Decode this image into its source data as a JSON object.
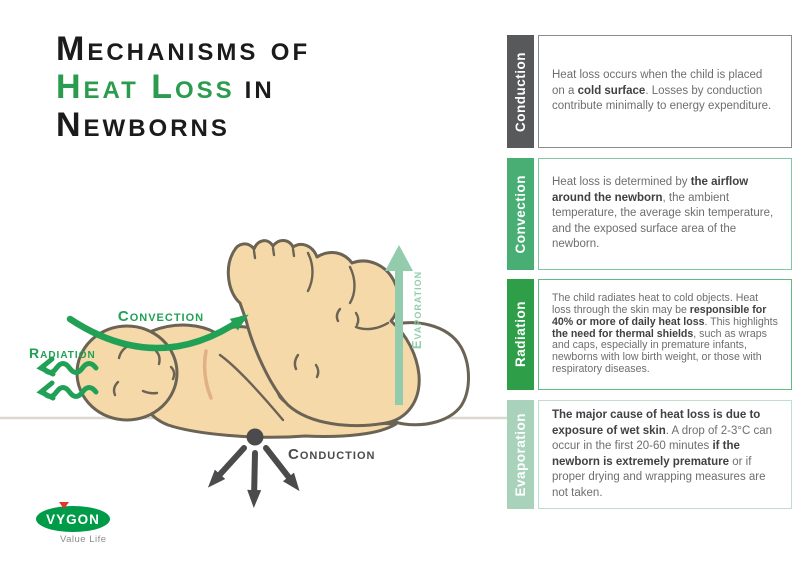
{
  "title": {
    "line1": "Mechanisms of",
    "line2_green": "Heat Loss",
    "line2_rest": "in",
    "line3": "Newborns"
  },
  "colors": {
    "title_green": "#2b9c4f",
    "illustration_green": "#21a155",
    "evaporation_light_green": "#92ccad",
    "conduction_dark_gray": "#4b4b4d",
    "skin": "#f5d9a9",
    "outline": "#6b6354",
    "ground_line": "#dbd8d0",
    "logo_green": "#009b48",
    "logo_red": "#e2372e"
  },
  "illustration": {
    "labels": {
      "convection": "Convection",
      "radiation": "Radiation",
      "evaporation": "Evaporation",
      "conduction": "Conduction"
    }
  },
  "panels": [
    {
      "label": "Conduction",
      "tab_color": "#58595b",
      "border_color": "#8a8c8e",
      "segments": [
        {
          "t": "Heat loss occurs when the child is placed on a ",
          "b": false
        },
        {
          "t": "cold surface",
          "b": true
        },
        {
          "t": ". Losses by conduction contribute minimally to energy expenditure.",
          "b": false
        }
      ]
    },
    {
      "label": "Convection",
      "tab_color": "#48ae73",
      "border_color": "#7fc8a1",
      "segments": [
        {
          "t": "Heat loss is determined by ",
          "b": false
        },
        {
          "t": "the airflow around the newborn",
          "b": true
        },
        {
          "t": ", the ambient temperature, the average skin temperature, and the exposed surface area of the newborn.",
          "b": false
        }
      ]
    },
    {
      "label": "Radiation",
      "tab_color": "#2e9e49",
      "border_color": "#63ba81",
      "segments": [
        {
          "t": "The child radiates heat to cold objects. Heat loss through the skin may be ",
          "b": false
        },
        {
          "t": "responsible for 40% or more of daily heat loss",
          "b": true
        },
        {
          "t": ". This highlights ",
          "b": false
        },
        {
          "t": "the need for thermal shields",
          "b": true
        },
        {
          "t": ", such as wraps and caps, especially in premature infants, newborns with low birth weight, or those with respiratory diseases.",
          "b": false
        }
      ]
    },
    {
      "label": "Evaporation",
      "tab_color": "#a8d2ba",
      "border_color": "#bfdecc",
      "segments": [
        {
          "t": "The major cause of heat loss is due to exposure of wet skin",
          "b": true
        },
        {
          "t": ". A drop of 2-3°C can occur in the first 20-60 minutes ",
          "b": false
        },
        {
          "t": "if the newborn is extremely premature",
          "b": true
        },
        {
          "t": " or if proper drying and wrapping measures are not taken.",
          "b": false
        }
      ]
    }
  ],
  "logo": {
    "brand": "VYGON",
    "tagline": "Value Life"
  }
}
